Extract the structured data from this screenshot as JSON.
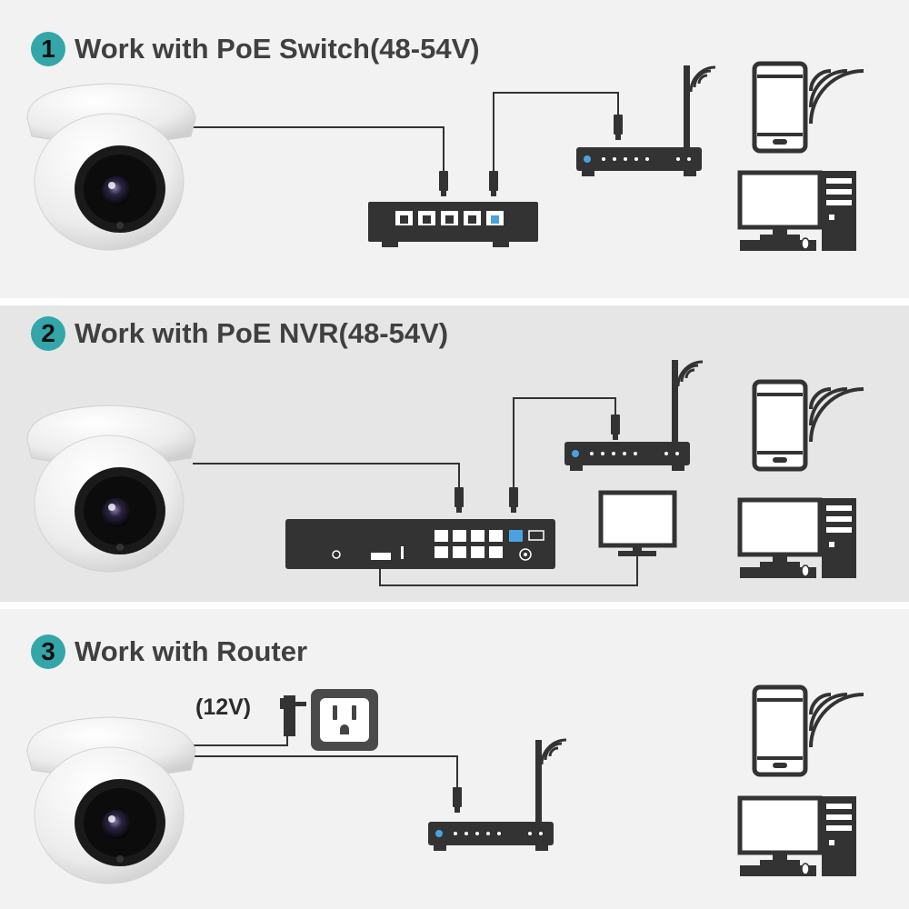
{
  "sections": [
    {
      "number": "1",
      "title": "Work with PoE Switch(48-54V)"
    },
    {
      "number": "2",
      "title": "Work with PoE NVR(48-54V)"
    },
    {
      "number": "3",
      "title": "Work with Router"
    }
  ],
  "adapter_label": "(12V)",
  "colors": {
    "badge": "#33a6a9",
    "panel_light": "#f2f2f2",
    "panel_dark": "#e6e6e6",
    "device": "#333333",
    "text": "#404040"
  }
}
